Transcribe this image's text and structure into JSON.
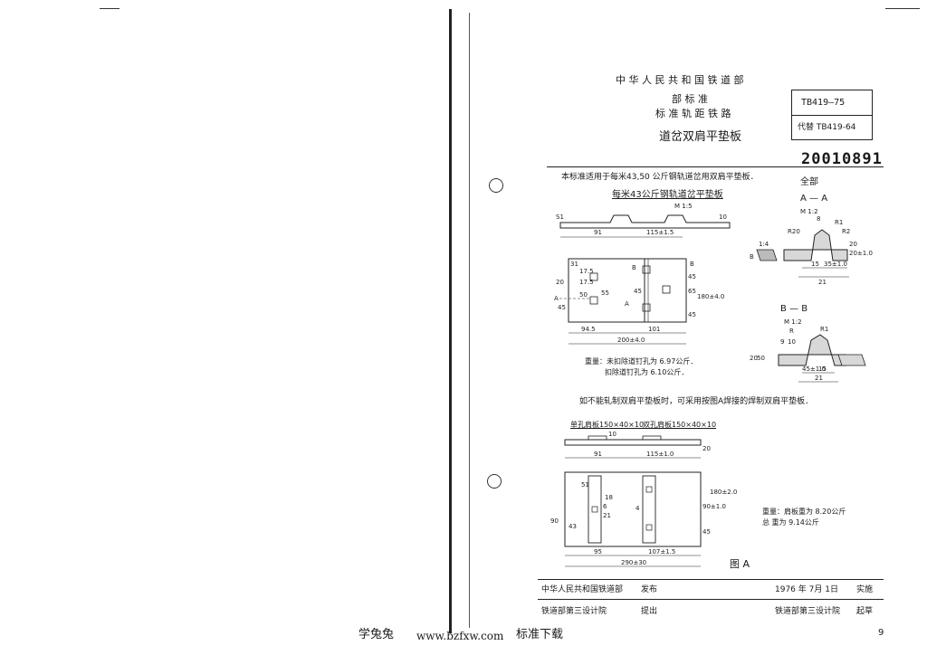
{
  "header": {
    "ministry": "中 华 人 民 共 和 国 铁 道 部",
    "level": "部 标 准",
    "track": "标 准 轨 距 铁 路",
    "title": "道岔双肩平垫板",
    "code": "TB419—75",
    "replaces": "代替 TB419-64",
    "serial": "20010891"
  },
  "intro": "本标准适用于每米43,50 公斤钢轨道岔用双肩平垫板．",
  "all_note": "全部",
  "drawing1": {
    "caption": "每米43公斤钢轨道岔平垫板",
    "scale": "M 1:5",
    "dims": [
      "91",
      "115±1.5",
      "31",
      "17.5",
      "17.5",
      "45",
      "45",
      "50",
      "20",
      "55",
      "101",
      "94.5",
      "200±4.0",
      "45",
      "65",
      "45",
      "180±4.0",
      "B",
      "B",
      "A",
      "A",
      "S1",
      "10"
    ],
    "weight_line1": "重量：未扣除道钉孔为 6.97公斤．",
    "weight_line2": "扣除道钉孔为 6.10公斤．"
  },
  "section_aa": {
    "label": "A — A",
    "scale": "M 1:2",
    "dims": [
      "8",
      "R20",
      "R1",
      "1:4",
      "B",
      "15",
      "35±1.0",
      "21",
      "20",
      "20±1.0",
      "R2"
    ]
  },
  "section_bb": {
    "label": "B — B",
    "scale": "M 1:2",
    "dims": [
      "R",
      "9",
      "10",
      "R1",
      "20",
      "50",
      "45±1.0",
      "15",
      "21"
    ]
  },
  "alt_note": "如不能轧制双肩平垫板时，可采用按图A焊接的焊制双肩平垫板．",
  "drawing2": {
    "label_single": "单孔肩板150×40×10",
    "label_double": "双孔肩板150×40×10",
    "dims": [
      "10",
      "91",
      "115±1.0",
      "20",
      "51",
      "18",
      "6",
      "21",
      "4",
      "90",
      "43",
      "45",
      "90±1.0",
      "180±2.0",
      "95",
      "107±1.5",
      "290±30"
    ],
    "weight_line1": "重量：肩板重为 8.20公斤",
    "weight_line2": "总 重为 9.14公斤",
    "figure_label": "图 A"
  },
  "footer": {
    "issuer": "中华人民共和国铁道部",
    "issued": "发布",
    "date": "1976 年 7月 1日",
    "effective": "实施",
    "proposer": "铁道部第三设计院",
    "proposed": "提出",
    "drafter": "铁道部第三设计院",
    "drafted": "起草",
    "page_number": "9"
  },
  "watermark": {
    "site": "学兔兔",
    "url": "www.bzfxw.com",
    "text": "标准下载"
  }
}
